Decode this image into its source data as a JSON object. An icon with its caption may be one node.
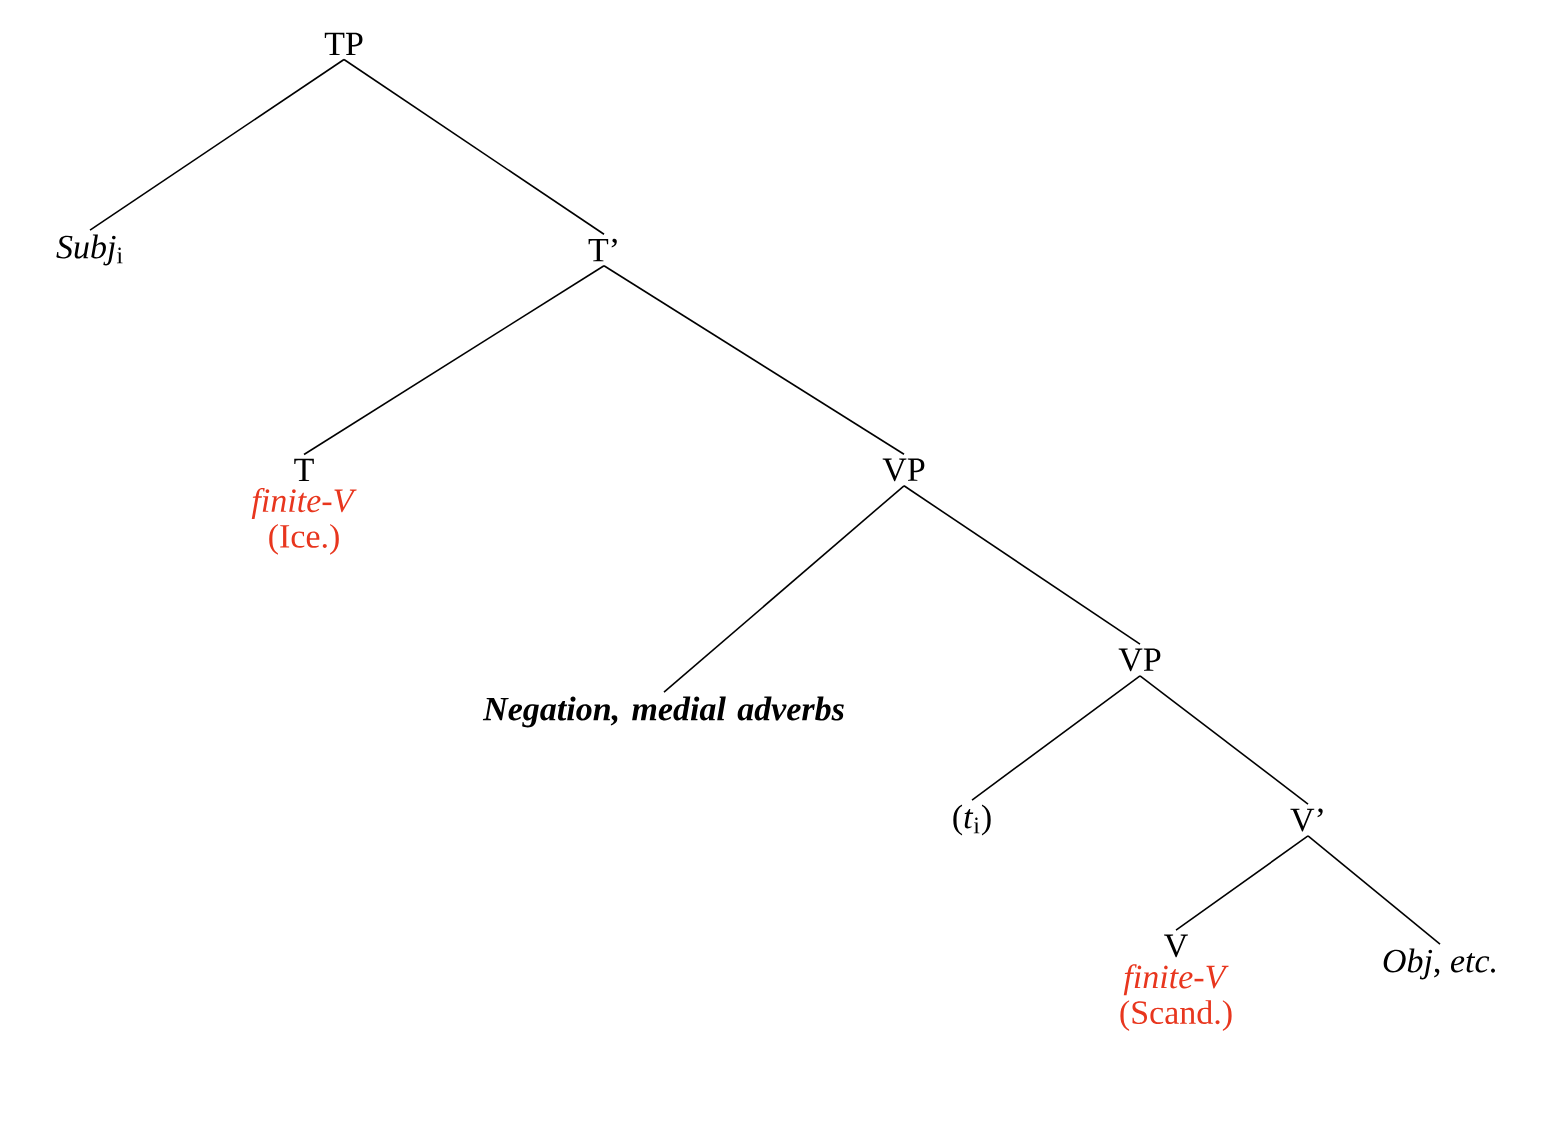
{
  "diagram": {
    "nodes": [
      {
        "text": [
          "TP"
        ]
      },
      {
        "text": [
          "*Subj*$_{i}$"
        ]
      },
      {
        "text": [
          "T’"
        ]
      },
      {
        "text": [
          "T"
        ],
        "beside": [
          "*finite-V*",
          "(Ice.)"
        ]
      },
      {
        "text": [
          "VP"
        ]
      },
      {
        "text": [
          "Negation, medial adverbs"
        ]
      },
      {
        "text": [
          "VP"
        ]
      },
      {
        "text": [
          "(*t*$_{i}$)"
        ]
      },
      {
        "text": [
          "V’"
        ]
      },
      {
        "text": [
          "V"
        ],
        "beside": [
          "*finite-V*",
          "(Scand.)"
        ]
      },
      {
        "text": [
          "*Obj*, *etc.*"
        ]
      }
    ],
    "edges": [
      {
        "from": 0,
        "to": 1,
        "arrow": "none"
      },
      {
        "from": 0,
        "to": 2,
        "arrow": "none"
      },
      {
        "from": 2,
        "to": 3,
        "arrow": "none"
      },
      {
        "from": 2,
        "to": 4,
        "arrow": "none"
      },
      {
        "from": 4,
        "to": 5,
        "arrow": "none"
      },
      {
        "from": 4,
        "to": 6,
        "arrow": "none"
      },
      {
        "from": 6,
        "to": 7,
        "arrow": "none"
      },
      {
        "from": 6,
        "to": 8,
        "arrow": "none"
      },
      {
        "from": 8,
        "to": 9,
        "arrow": "none"
      },
      {
        "from": 8,
        "to": 10,
        "arrow": "none"
      }
    ]
  }
}
